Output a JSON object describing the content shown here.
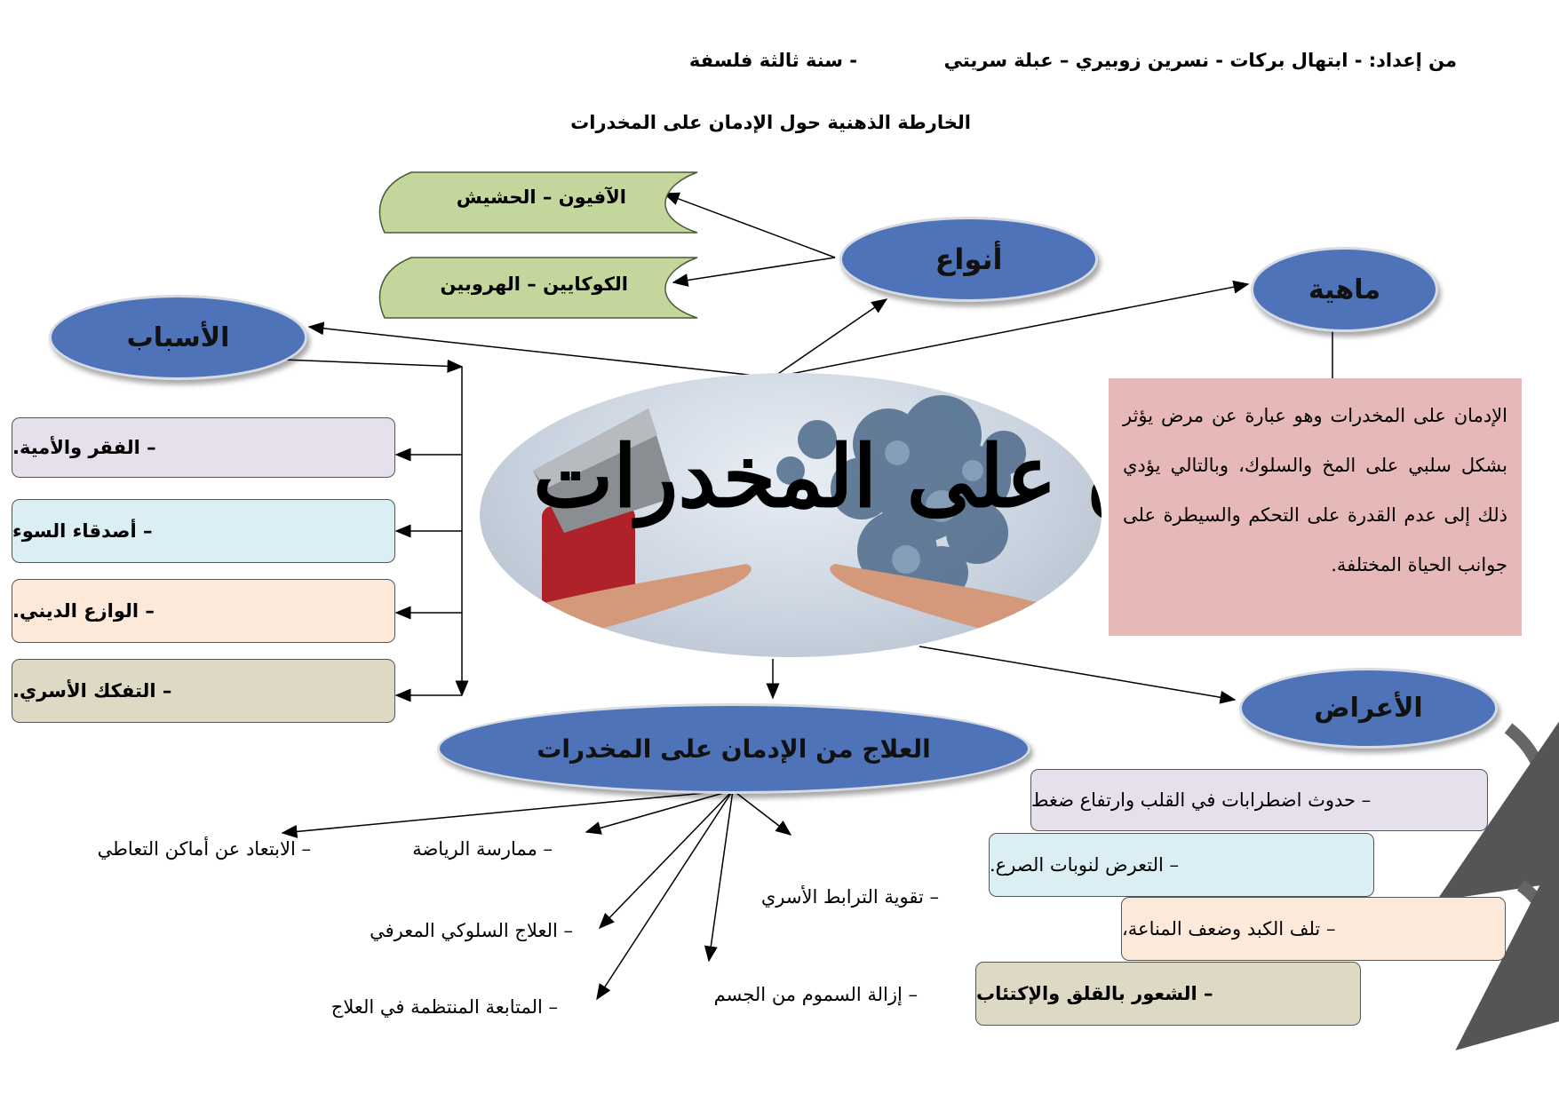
{
  "header": {
    "authors": "من إعداد: - ابتهال بركات -  نسرين زوبيري – عبلة سريتي",
    "class": "- سنة ثالثة فلسفة",
    "title": "الخارطة الذهنية حول الإدمان على المخدرات"
  },
  "center": {
    "title": "الإدمان على المخدرات"
  },
  "nodes": {
    "types": "أنواع",
    "nature": "ماهية",
    "causes": "الأسباب",
    "symptoms": "الأعراض",
    "treatment": "العلاج من الإدمان على المخدرات"
  },
  "types_items": [
    "الآفيون  –  الحشيش",
    "الكوكايين  –  الهروبين"
  ],
  "definition": "الإدمان على  المخدرات وهو عبارة عن مرض يؤثر بشكل سلبي على المخ والسلوك، وبالتالي يؤدي ذلك إلى عدم القدرة على التحكم والسيطرة على جوانب الحياة المختلفة.",
  "causes_items": [
    "–   الفقر والأمية.",
    "–   أصدقاء السوء",
    "–   الوازع الديني.",
    "–   التفكك الأسري."
  ],
  "symptoms_items": [
    "–   حدوث اضطرابات في القلب وارتفاع ضغط",
    "–   التعرض لنوبات الصرع.",
    "–   تلف الكبد  وضعف المناعة،",
    "–   الشعور بالقلق والإكتئاب"
  ],
  "treatment_items": {
    "t1": "–   الابتعاد عن أماكن التعاطي",
    "t2": "–   ممارسة الرياضة",
    "t3": "–   العلاج السلوكي المعرفي",
    "t4": "–   المتابعة المنتظمة في العلاج",
    "t5": "–   تقوية الترابط الأسري",
    "t6": "–   إزالة السموم من الجسم"
  },
  "colors": {
    "ellipse": "#4f73b8",
    "types_box": "#c3d69b",
    "definition_box": "#e6b8b7",
    "cause_colors": [
      "#e5e0ec",
      "#dbeef3",
      "#fde9d9",
      "#ddd9c4"
    ],
    "symptom_colors": [
      "#e5e0ec",
      "#dbeef3",
      "#fde9d9",
      "#ddd9c4"
    ]
  }
}
